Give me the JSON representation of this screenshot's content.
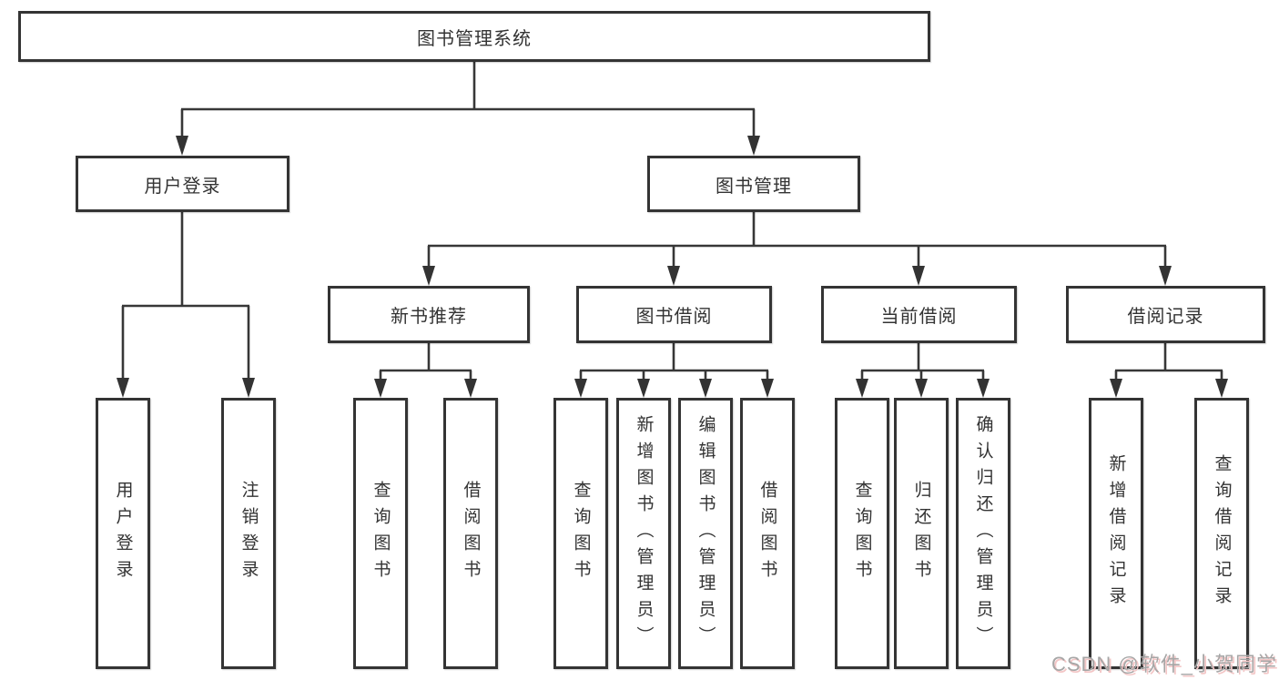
{
  "nodes": {
    "root": "图书管理系统",
    "user_login": "用户登录",
    "book_mgmt": "图书管理",
    "new_books": "新书推荐",
    "book_borrow": "图书借阅",
    "current_borrow": "当前借阅",
    "borrow_records": "借阅记录",
    "leaves": {
      "user_login": [
        "用户登录",
        "注销登录"
      ],
      "new_books": [
        "查询图书",
        "借阅图书"
      ],
      "book_borrow": [
        "查询图书",
        "新增图书（管理员）",
        "编辑图书（管理员）",
        "借阅图书"
      ],
      "current_borrow": [
        "查询图书",
        "归还图书",
        "确认归还（管理员）"
      ],
      "borrow_records": [
        "新增借阅记录",
        "查询借阅记录"
      ]
    }
  },
  "watermark": "CSDN @软件_小贺同学",
  "colors": {
    "line": "#373737",
    "border": "#343434",
    "text": "#333333",
    "watermark": "#a6a6a6",
    "background": "#ffffff"
  }
}
